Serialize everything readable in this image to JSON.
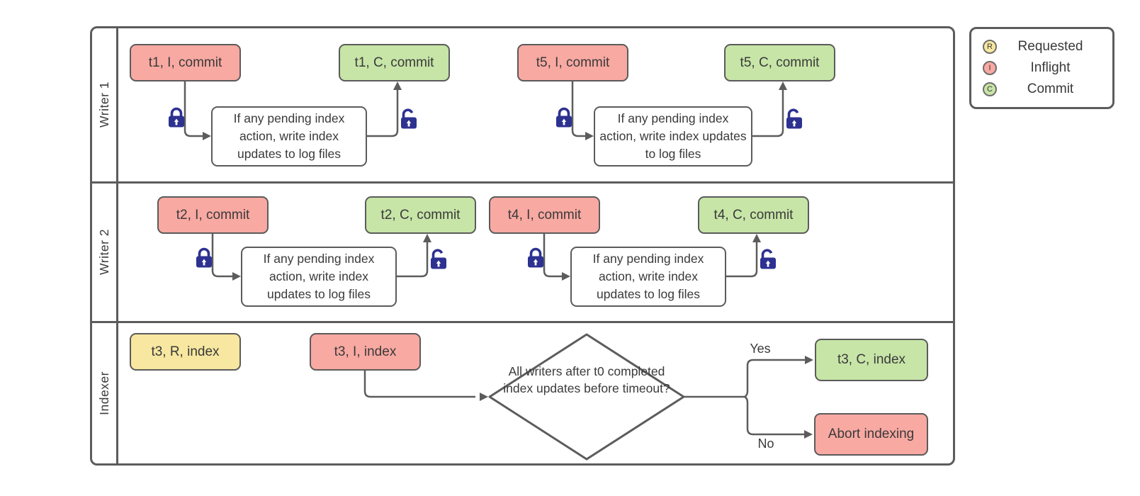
{
  "lanes": [
    {
      "label": "Writer 1"
    },
    {
      "label": "Writer 2"
    },
    {
      "label": "Indexer"
    }
  ],
  "legend": {
    "items": [
      {
        "symbol": "R",
        "label": "Requested",
        "color": "#f7e7a0"
      },
      {
        "symbol": "I",
        "label": "Inflight",
        "color": "#f8a9a2"
      },
      {
        "symbol": "C",
        "label": "Commit",
        "color": "#c7e5a7"
      }
    ]
  },
  "nodes": {
    "t1_inflight": {
      "label": "t1, I, commit"
    },
    "t1_process": {
      "label": "If any pending index action, write index updates to log files"
    },
    "t1_commit": {
      "label": "t1, C, commit"
    },
    "t5_inflight": {
      "label": "t5, I, commit"
    },
    "t5_process": {
      "label": "If any pending index action, write index updates to log files"
    },
    "t5_commit": {
      "label": "t5, C, commit"
    },
    "t2_inflight": {
      "label": "t2, I, commit"
    },
    "t2_process": {
      "label": "If any pending index action, write index updates to log files"
    },
    "t2_commit": {
      "label": "t2, C, commit"
    },
    "t4_inflight": {
      "label": "t4, I, commit"
    },
    "t4_process": {
      "label": "If any pending index action, write index updates to log files"
    },
    "t4_commit": {
      "label": "t4, C, commit"
    },
    "t3_requested": {
      "label": "t3, R, index"
    },
    "t3_inflight": {
      "label": "t3, I, index"
    },
    "decision": {
      "label": "All writers after t0 completed index updates before timeout?"
    },
    "t3_commit": {
      "label": "t3, C, index"
    },
    "abort": {
      "label": "Abort indexing"
    }
  },
  "edge_labels": {
    "yes": "Yes",
    "no": "No"
  },
  "colors": {
    "inflight_fill": "#f8a9a2",
    "commit_fill": "#c7e5a7",
    "requested_fill": "#f7e7a0",
    "stroke": "#5c5c5c",
    "lock": "#2d3190",
    "text": "#3a3a3a"
  }
}
